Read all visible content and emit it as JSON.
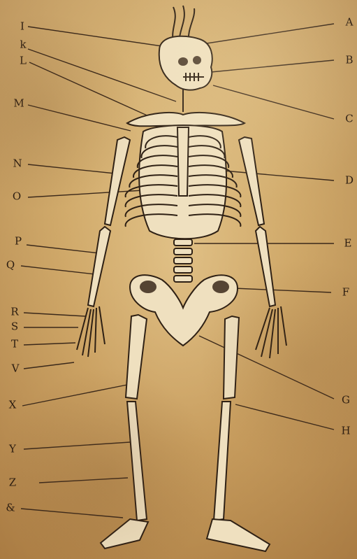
{
  "labels": [
    {
      "id": "I",
      "text": "I"
    },
    {
      "id": "k",
      "text": "k"
    },
    {
      "id": "L",
      "text": "L"
    },
    {
      "id": "M",
      "text": "M"
    },
    {
      "id": "N",
      "text": "N"
    },
    {
      "id": "O",
      "text": "O"
    },
    {
      "id": "P",
      "text": "P"
    },
    {
      "id": "Q",
      "text": "Q"
    },
    {
      "id": "R",
      "text": "R"
    },
    {
      "id": "S",
      "text": "S"
    },
    {
      "id": "T",
      "text": "T"
    },
    {
      "id": "V",
      "text": "V"
    },
    {
      "id": "X",
      "text": "X"
    },
    {
      "id": "Y",
      "text": "Y"
    },
    {
      "id": "Z",
      "text": "Z"
    },
    {
      "id": "amp",
      "text": "&"
    },
    {
      "id": "A",
      "text": "A"
    },
    {
      "id": "B",
      "text": "B"
    },
    {
      "id": "C",
      "text": "C"
    },
    {
      "id": "D",
      "text": "D"
    },
    {
      "id": "E",
      "text": "E"
    },
    {
      "id": "F",
      "text": "F"
    },
    {
      "id": "G",
      "text": "G"
    },
    {
      "id": "H",
      "text": "H"
    }
  ],
  "colors": {
    "parchment": "#cfa768",
    "ink": "#2e2014",
    "bone": "#efe0bf"
  }
}
